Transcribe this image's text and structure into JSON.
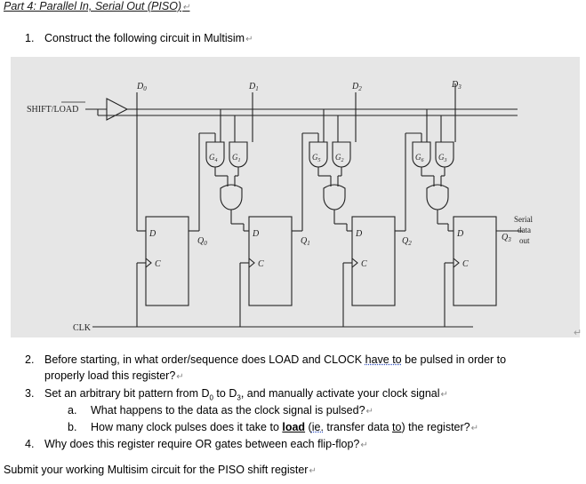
{
  "heading": "Part 4: Parallel In, Serial Out (PISO)",
  "para_mark": "↵",
  "item1": {
    "num": "1.",
    "text": "Construct the following circuit in Multisim"
  },
  "circuit": {
    "shift_load": "SHIFT/LOAD",
    "clk": "CLK",
    "inputs": [
      "D",
      "D",
      "D",
      "D"
    ],
    "input_subs": [
      "0",
      "1",
      "2",
      "3"
    ],
    "gates": [
      [
        "G",
        "4"
      ],
      [
        "G",
        "1"
      ],
      [
        "G",
        "5"
      ],
      [
        "G",
        "2"
      ],
      [
        "G",
        "6"
      ],
      [
        "G",
        "3"
      ]
    ],
    "ff_d": "D",
    "ff_c": "C",
    "outputs": [
      "Q",
      "Q",
      "Q",
      "Q"
    ],
    "output_subs": [
      "0",
      "1",
      "2",
      "3"
    ],
    "serial": [
      "Serial",
      "data",
      "out"
    ]
  },
  "item2": {
    "num": "2.",
    "text_a": "Before starting, in what order/sequence does LOAD and CLOCK ",
    "text_b": "have to",
    "text_c": " be pulsed in order to",
    "text_d": "properly load this register?"
  },
  "item3": {
    "num": "3.",
    "text_a": "Set an arbitrary bit pattern from D",
    "sub_a": "0",
    "text_b": " to D",
    "sub_b": "3",
    "text_c": ", and manually activate your clock signal"
  },
  "item3a": {
    "num": "a.",
    "text": "What happens to the data as the clock signal is pulsed?"
  },
  "item3b": {
    "num": "b.",
    "text_a": "How many clock pulses does it take to ",
    "bold": "load",
    "text_b": " (",
    "ie": "ie.",
    "text_c": " transfer data ",
    "to": "to",
    "text_d": ") the register?"
  },
  "item4": {
    "num": "4.",
    "text": "Why does this register require OR gates between each flip-flop?"
  },
  "submit": "Submit your working Multisim circuit for the PISO shift register"
}
